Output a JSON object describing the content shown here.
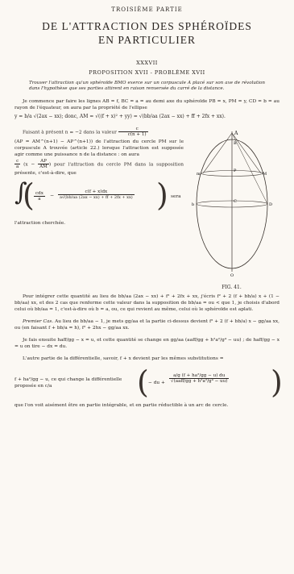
{
  "header": {
    "part": "TROISIÈME PARTIE",
    "title_line1": "DE L'ATTRACTION DES SPHÉROÏDES",
    "title_line2": "EN PARTICULIER"
  },
  "section": {
    "number": "XXXVII",
    "heading": "PROPOSITION XVII - PROBLÈME XVII"
  },
  "statement": "Trouver l'attraction qu'un sphéroïde BMO exerce sur un corpuscule A placé sur son axe de révolution dans l'hypothèse que ses parties attirent en raison renversée du carré de la distance.",
  "paragraphs": {
    "p1": "Je commence par faire les lignes AB = f, BC = a = au demi axe du sphéroïde PB = x, PM = y, CD = b = au rayon de l'équateur, on aura par la propriété de l'ellipse",
    "p1_formula": "y = b/a √(2ax − xx); donc, AM = √((f + x)² + yy) = √(bb/aa (2ax − xx) + ff + 2fx + xx).",
    "p2a": "Faisant à présent n = −2 dans la valeur",
    "p2b": "(AP = AM^(n+1) − AP^(n+1)) de l'attraction du cercle PM sur le corpuscule A trouvée (article 22.) lorsque l'attraction est supposée agir comme une puissance n de la distance : on aura",
    "p2c": "pour l'attraction du cercle PM dans la supposition présente, c'est-à-dire, que",
    "p2d": "l'attraction cherchée.",
    "p3": "Pour intégrer cette quantité au lieu de bb/aa (2ax − xx) + f² + 2fx + xx, j'écris f² + 2 (f + bb/a) x + (1 − bb/aa) xx, et des 2 cas que renferme cette valeur dans la supposition de bb/aa = ou < que 1, je choisis d'abord celui où bb/aa = 1, c'est-à-dire où b = a, ou, ce qui revient au même, celui où le sphéroïde est aplati.",
    "p4_label": "Premier Cas.",
    "p4": "Au lieu de bb/aa − 1, je mets gg/aa et la partie ci-dessus devient f² + 2 (f + bb/a) x − gg/aa xx, ou (en faisant f + bb/a = h), f² + 2hx − gg/aa xx.",
    "p5": "Je fais ensuite haff/gg − x = u, et cette quantité se change en gg/aa (aaff/gg + h²a²/g⁴ − uu) ; de haff/gg − x = u on tire − dx = du.",
    "p6": "L'autre partie de la différentielle, savoir, f + x devient par les mêmes substitutions =",
    "p6b": "f + ha²/gg − u, ce qui change la différentielle proposée en c/a",
    "p7": "que l'on voit aisément être en partie intégrable, et en partie réductible à un arc de cercle."
  },
  "math": {
    "frac1_num": "c",
    "frac1_den": "c(n + 1)",
    "frac2_num": "c",
    "frac2_den": "a",
    "pa_num": "AP",
    "pa_den": "AM",
    "int_sign": "∫",
    "int_num": "cdx",
    "int_den": "a",
    "int_num2": "c(f + x)dx",
    "int_den2": "a√(bb/aa (2ax − xx) + ff + 2fx + xx)",
    "big_num": "a/g (f + ha²/gg − u) du",
    "big_den": "√(aaff/gg + h²a²/g⁴ − uu)",
    "minus_du": "− du +",
    "sera": "sera"
  },
  "figure": {
    "caption": "FIG. 41.",
    "labels": {
      "A": "A",
      "B": "B",
      "C": "C",
      "D": "D",
      "M": "M",
      "P": "P",
      "O": "O",
      "left_m": "m",
      "left_b": "b"
    }
  }
}
